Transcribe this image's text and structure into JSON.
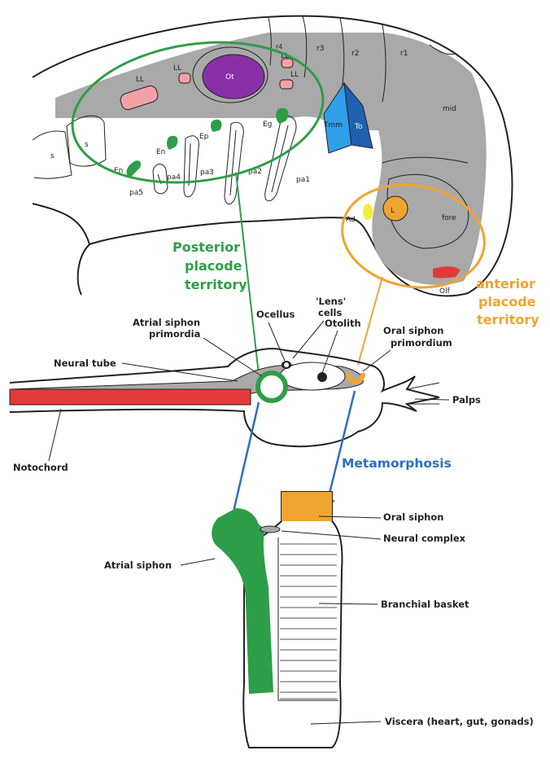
{
  "colors": {
    "green": "#2e9e48",
    "orange": "#f0a430",
    "blue": "#2b6fc3",
    "red": "#e23a3a",
    "grey": "#a9a9a9",
    "pink": "#f3a1a6",
    "purple": "#8a2fa6",
    "cyan": "#2f9fe8",
    "yellow": "#f2ec3a"
  },
  "embryo": {
    "ot": "Ot",
    "ll_a": "LL",
    "ll_b": "LL",
    "ll_c": "LL",
    "ll_d": "LL",
    "r4": "r4",
    "r3": "r3",
    "r2": "r2",
    "r1": "r1",
    "mid": "mid",
    "fore": "fore",
    "tmm": "Tmm",
    "to": "To",
    "s1": "s",
    "s2": "s",
    "en1": "En",
    "en2": "En",
    "ep": "Ep",
    "eg": "Eg",
    "pa5": "pa5",
    "pa4": "pa4",
    "pa3": "pa3",
    "pa2": "pa2",
    "pa1": "pa1",
    "ad": "Ad",
    "l": "L",
    "olf": "Olf"
  },
  "territories": {
    "posterior": [
      "Posterior",
      "placode",
      "territory"
    ],
    "anterior": [
      "anterior",
      "placode",
      "territory"
    ]
  },
  "larva": {
    "ocellus": "Ocellus",
    "lens": [
      "'Lens'",
      "cells"
    ],
    "otolith": "Otolith",
    "atrial_primordia": [
      "Atrial siphon",
      "primordia"
    ],
    "oral_primordium": [
      "Oral siphon",
      "primordium"
    ],
    "neural_tube": "Neural tube",
    "palps": "Palps",
    "notochord": "Notochord"
  },
  "process": "Metamorphosis",
  "adult": {
    "oral_siphon": "Oral siphon",
    "neural_complex": "Neural complex",
    "atrial_siphon": "Atrial siphon",
    "branchial_basket": "Branchial basket",
    "viscera": "Viscera (heart, gut, gonads)"
  }
}
